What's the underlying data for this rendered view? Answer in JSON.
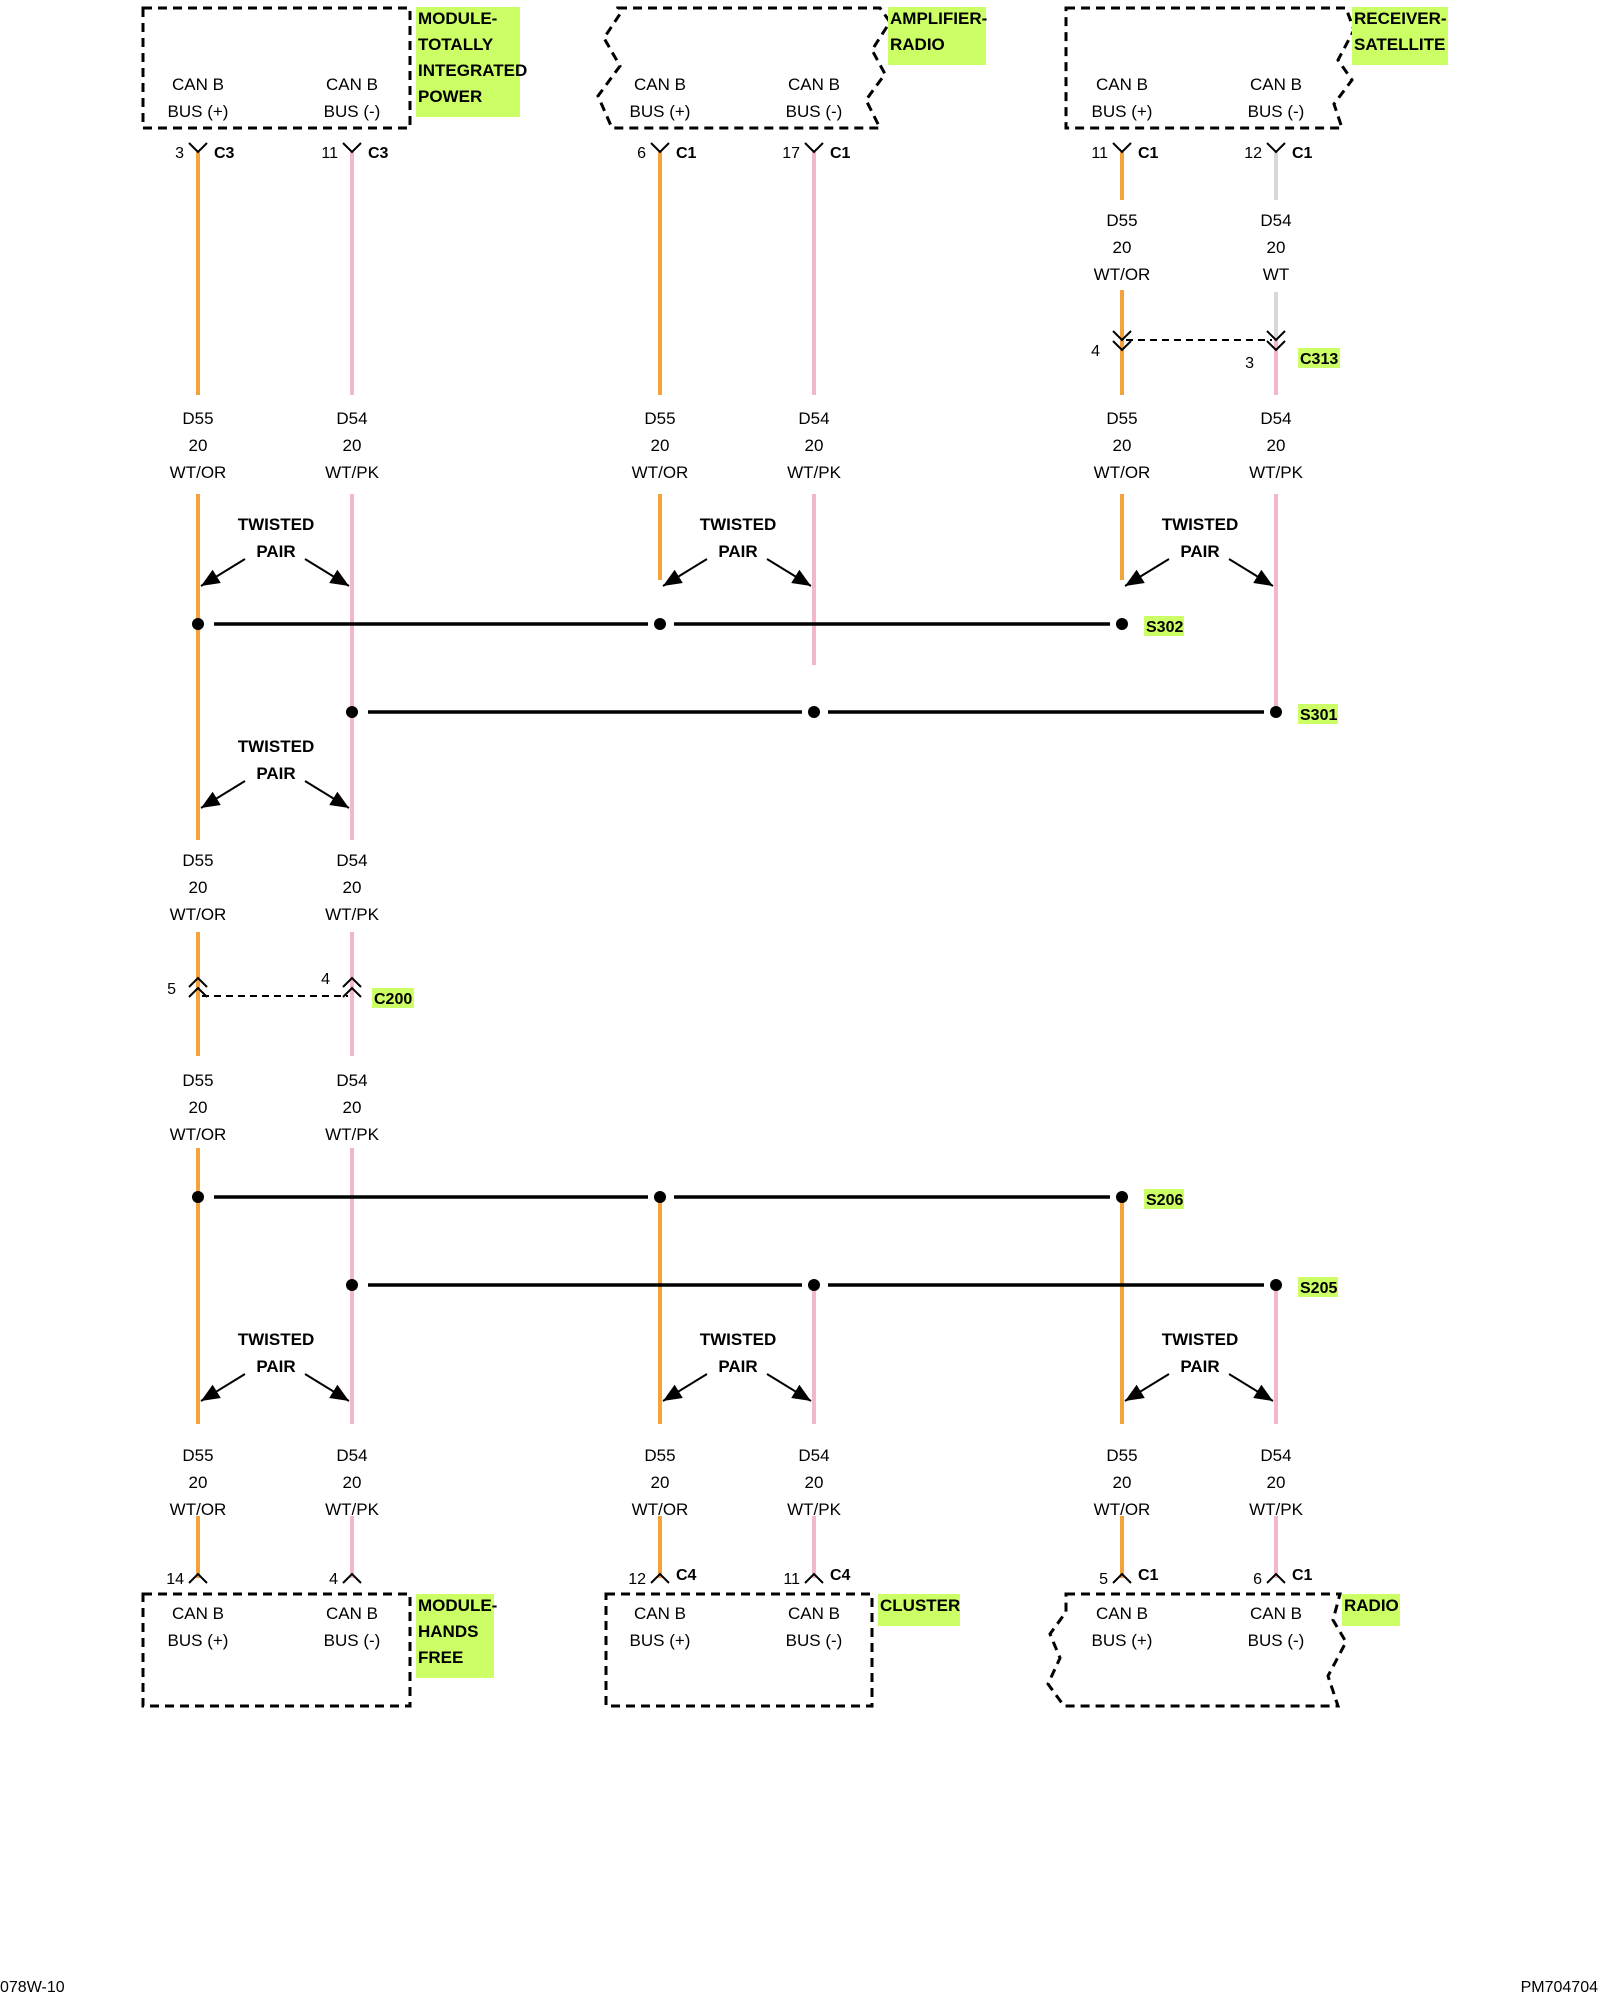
{
  "modules": {
    "tipm": {
      "label_lines": [
        "MODULE-",
        "TOTALLY",
        "INTEGRATED",
        "POWER"
      ],
      "pin_a": "CAN B",
      "pin_a2": "BUS (+)",
      "pin_b": "CAN B",
      "pin_b2": "BUS (-)"
    },
    "amp": {
      "label_lines": [
        "AMPLIFIER-",
        "RADIO"
      ],
      "pin_a": "CAN B",
      "pin_a2": "BUS (+)",
      "pin_b": "CAN B",
      "pin_b2": "BUS (-)"
    },
    "sat": {
      "label_lines": [
        "RECEIVER-",
        "SATELLITE"
      ],
      "pin_a": "CAN B",
      "pin_a2": "BUS (+)",
      "pin_b": "CAN B",
      "pin_b2": "BUS (-)"
    },
    "hfm": {
      "label_lines": [
        "MODULE-",
        "HANDS",
        "FREE"
      ],
      "pin_a": "CAN B",
      "pin_a2": "BUS (+)",
      "pin_b": "CAN B",
      "pin_b2": "BUS (-)"
    },
    "cluster": {
      "label_lines": [
        "CLUSTER"
      ],
      "pin_a": "CAN B",
      "pin_a2": "BUS (+)",
      "pin_b": "CAN B",
      "pin_b2": "BUS (-)"
    },
    "radio": {
      "label_lines": [
        "RADIO"
      ],
      "pin_a": "CAN B",
      "pin_a2": "BUS (+)",
      "pin_b": "CAN B",
      "pin_b2": "BUS (-)"
    }
  },
  "top_connectors": [
    {
      "pin": "3",
      "name": "C3"
    },
    {
      "pin": "11",
      "name": "C3"
    },
    {
      "pin": "6",
      "name": "C1"
    },
    {
      "pin": "17",
      "name": "C1"
    },
    {
      "pin": "11",
      "name": "C1"
    },
    {
      "pin": "12",
      "name": "C1"
    }
  ],
  "bottom_connectors": [
    {
      "pin": "14",
      "name": ""
    },
    {
      "pin": "4",
      "name": ""
    },
    {
      "pin": "12",
      "name": "C4"
    },
    {
      "pin": "11",
      "name": "C4"
    },
    {
      "pin": "5",
      "name": "C1"
    },
    {
      "pin": "6",
      "name": "C1"
    }
  ],
  "wire_labels": {
    "d55": [
      "D55",
      "20",
      "WT/OR"
    ],
    "d54": [
      "D54",
      "20",
      "WT/PK"
    ],
    "d54_sat": [
      "D54",
      "20",
      "WT"
    ]
  },
  "twisted_pair": [
    "TWISTED",
    "PAIR"
  ],
  "inline_connectors": {
    "c313": {
      "name": "C313",
      "pin_a": "4",
      "pin_b": "3"
    },
    "c200": {
      "name": "C200",
      "pin_a": "5",
      "pin_b": "4"
    }
  },
  "splices": [
    "S302",
    "S301",
    "S206",
    "S205"
  ],
  "footer": {
    "left": "078W-10",
    "right": "PM704704"
  },
  "colors": {
    "wt_or": "#f4a23b",
    "wt_pk": "#f3b8c8",
    "wt": "#d8d8d8",
    "highlight": "#ccff66"
  }
}
